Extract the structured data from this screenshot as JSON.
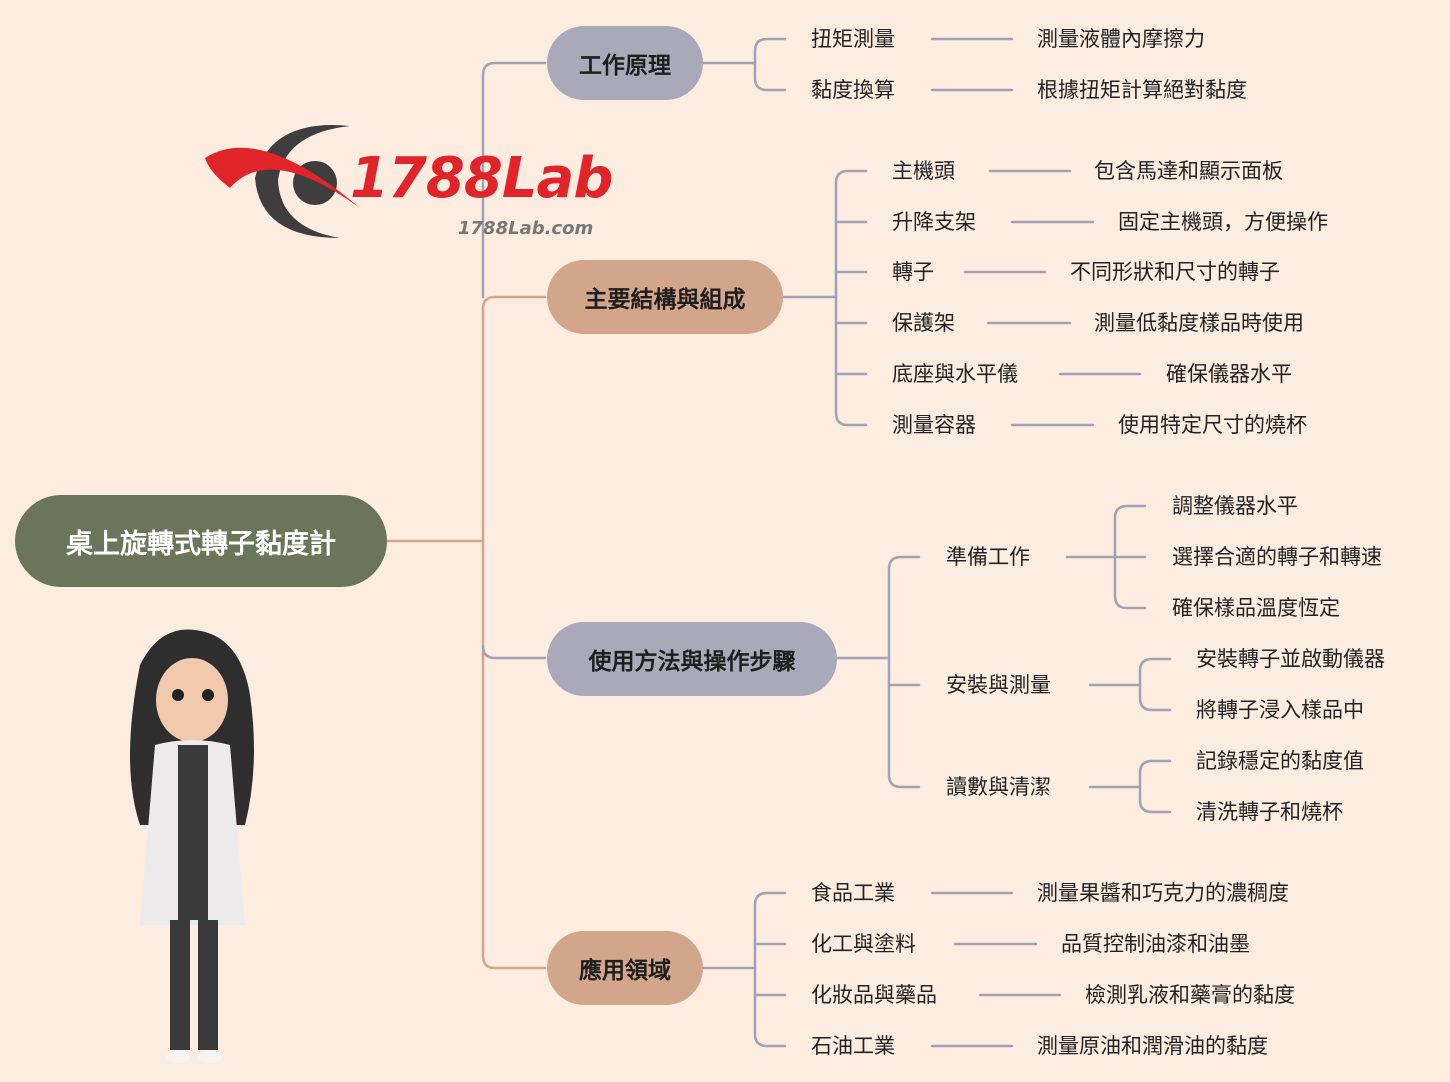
{
  "root": "桌上旋轉式轉子黏度計",
  "logo": {
    "brand": "1788Lab",
    "url_text": "1788Lab.com"
  },
  "colors": {
    "background": "#fdede1",
    "root": "#6b7559",
    "gray_node": "#a9a9b9",
    "tan_node": "#d3a68b",
    "gray_line": "#a2a2b4",
    "tan_line": "#d2a68c"
  },
  "branches": [
    {
      "label": "工作原理",
      "children": [
        {
          "label": "扭矩測量",
          "detail": "測量液體內摩擦力"
        },
        {
          "label": "黏度換算",
          "detail": "根據扭矩計算絕對黏度"
        }
      ]
    },
    {
      "label": "主要結構與組成",
      "children": [
        {
          "label": "主機頭",
          "detail": "包含馬達和顯示面板"
        },
        {
          "label": "升降支架",
          "detail": "固定主機頭，方便操作"
        },
        {
          "label": "轉子",
          "detail": "不同形狀和尺寸的轉子"
        },
        {
          "label": "保護架",
          "detail": "測量低黏度樣品時使用"
        },
        {
          "label": "底座與水平儀",
          "detail": "確保儀器水平"
        },
        {
          "label": "測量容器",
          "detail": "使用特定尺寸的燒杯"
        }
      ]
    },
    {
      "label": "使用方法與操作步驟",
      "children": [
        {
          "label": "準備工作",
          "items": [
            "調整儀器水平",
            "選擇合適的轉子和轉速",
            "確保樣品溫度恆定"
          ]
        },
        {
          "label": "安裝與測量",
          "items": [
            "安裝轉子並啟動儀器",
            "將轉子浸入樣品中"
          ]
        },
        {
          "label": "讀數與清潔",
          "items": [
            "記錄穩定的黏度值",
            "清洗轉子和燒杯"
          ]
        }
      ]
    },
    {
      "label": "應用領域",
      "children": [
        {
          "label": "食品工業",
          "detail": "測量果醬和巧克力的濃稠度"
        },
        {
          "label": "化工與塗料",
          "detail": "品質控制油漆和油墨"
        },
        {
          "label": "化妝品與藥品",
          "detail": "檢測乳液和藥膏的黏度"
        },
        {
          "label": "石油工業",
          "detail": "測量原油和潤滑油的黏度"
        }
      ]
    }
  ]
}
